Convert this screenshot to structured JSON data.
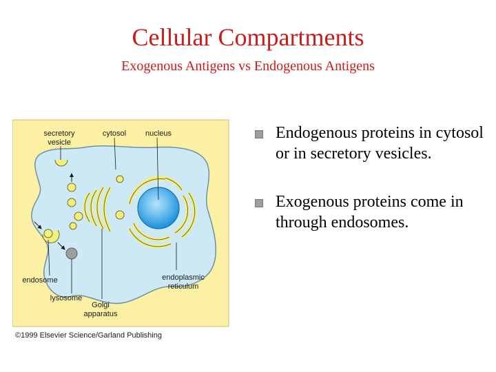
{
  "slide": {
    "title": "Cellular Compartments",
    "subtitle": "Exogenous Antigens vs Endogenous Antigens"
  },
  "figure": {
    "labels": {
      "secretory_vesicle_line1": "secretory",
      "secretory_vesicle_line2": "vesicle",
      "cytosol": "cytosol",
      "nucleus": "nucleus",
      "endosome": "endosome",
      "lysosome": "lysosome",
      "golgi_line1": "Golgi",
      "golgi_line2": "apparatus",
      "er_line1": "endoplasmic",
      "er_line2": "reticulum"
    },
    "credit": "©1999 Elsevier Science/Garland Publishing",
    "colors": {
      "panel": "#fbf0a4",
      "cytosol": "#cde9f6",
      "organelle": "#f3ef7a",
      "nucleus": "#3aa6e4",
      "lysosome": "#9e9e9e"
    }
  },
  "bullets": [
    {
      "text": "Endogenous proteins in cytosol or in secretory vesicles."
    },
    {
      "text": "Exogenous proteins come in through endosomes."
    }
  ]
}
